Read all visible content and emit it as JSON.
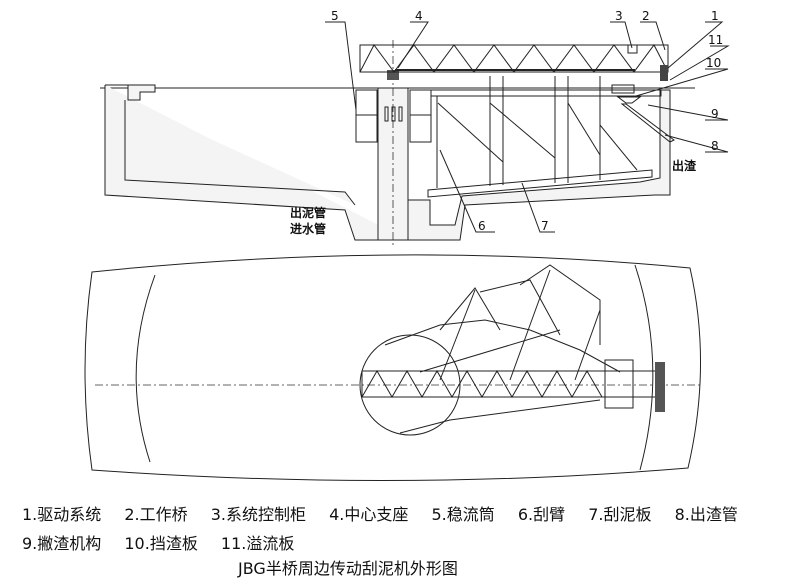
{
  "callouts": {
    "c1": "1",
    "c2": "2",
    "c3": "3",
    "c4": "4",
    "c5": "5",
    "c6": "6",
    "c7": "7",
    "c8": "8",
    "c9": "9",
    "c10": "10",
    "c11": "11"
  },
  "annotations": {
    "slag_out": "出渣",
    "sludge_pipe": "出泥管",
    "inlet_pipe": "进水管"
  },
  "legend": [
    "1.驱动系统",
    "2.工作桥",
    "3.系统控制柜",
    "4.中心支座",
    "5.稳流筒",
    "6.刮臂",
    "7.刮泥板",
    "8.出渣管",
    "9.撇渣机构",
    "10.挡渣板",
    "11.溢流板"
  ],
  "caption": "JBG半桥周边传动刮泥机外形图"
}
